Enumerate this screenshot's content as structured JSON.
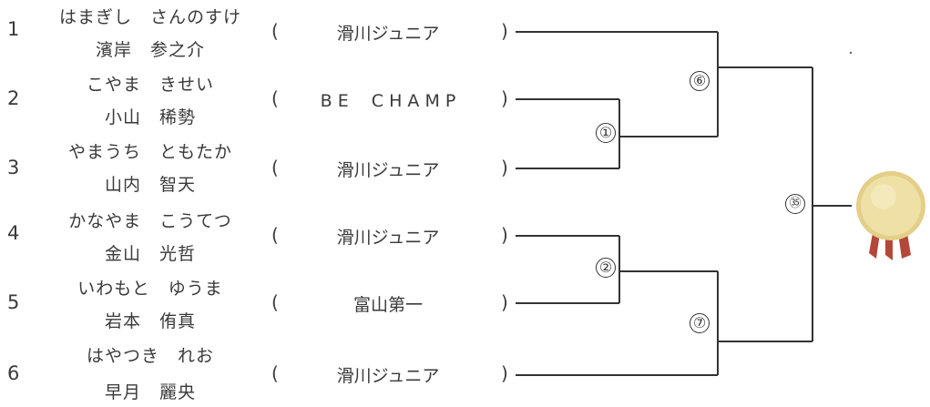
{
  "entries": [
    {
      "seed": "1",
      "kana": "はまぎし　さんのすけ",
      "kanji": "濱岸　参之介",
      "team": "滑川ジュニア"
    },
    {
      "seed": "2",
      "kana": "こやま　きせい",
      "kanji": "小山　稀勢",
      "team": "B E 　C H A M P"
    },
    {
      "seed": "3",
      "kana": "やまうち　ともたか",
      "kanji": "山内　智天",
      "team": "滑川ジュニア"
    },
    {
      "seed": "4",
      "kana": "かなやま　こうてつ",
      "kanji": "金山　光哲",
      "team": "滑川ジュニア"
    },
    {
      "seed": "5",
      "kana": "いわもと　ゆうま",
      "kanji": "岩本　侑真",
      "team": "富山第一"
    },
    {
      "seed": "6",
      "kana": "はやつき　れお",
      "kanji": "早月　麗央",
      "team": "滑川ジュニア"
    }
  ],
  "parens": {
    "open": "(",
    "close": ")"
  },
  "matches": {
    "m1": "①",
    "m2": "②",
    "m6": "⑥",
    "m7": "⑦",
    "m35": "㉟"
  },
  "colors": {
    "line": "#333333",
    "text": "#3a3a3a",
    "medal": "#d9c27a",
    "ribbon": "#b5463a"
  }
}
